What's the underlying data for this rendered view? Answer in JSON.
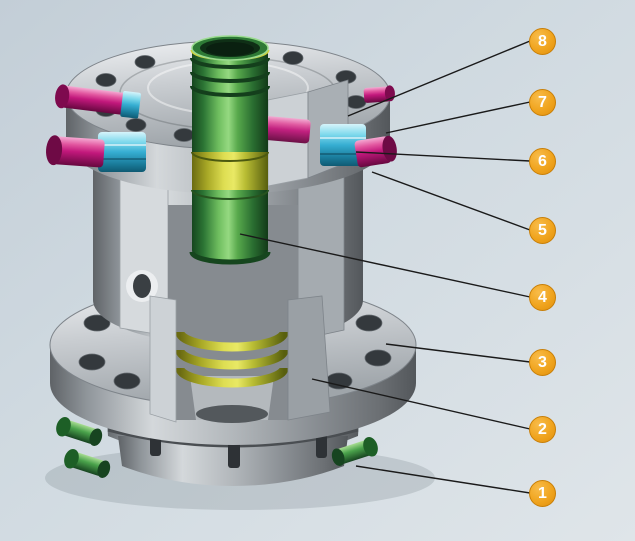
{
  "figure": {
    "callouts": [
      {
        "label": "8"
      },
      {
        "label": "7"
      },
      {
        "label": "6"
      },
      {
        "label": "5"
      },
      {
        "label": "4"
      },
      {
        "label": "3"
      },
      {
        "label": "2"
      },
      {
        "label": "1"
      }
    ],
    "colors": {
      "callout_fill": "#F0A41E",
      "callout_text": "#FFFFFF",
      "leader_line": "#1A1A1A",
      "background": "#CFD9E0",
      "steel_gray": "#B5BABE",
      "mandrel_green": "#3F9A44",
      "band_yellow": "#DEDE52",
      "seal_yellow": "#D8CF3A",
      "lockscrew_pink": "#C2187C",
      "gland_blue": "#36AED2",
      "fitting_green": "#4AA24B"
    }
  }
}
